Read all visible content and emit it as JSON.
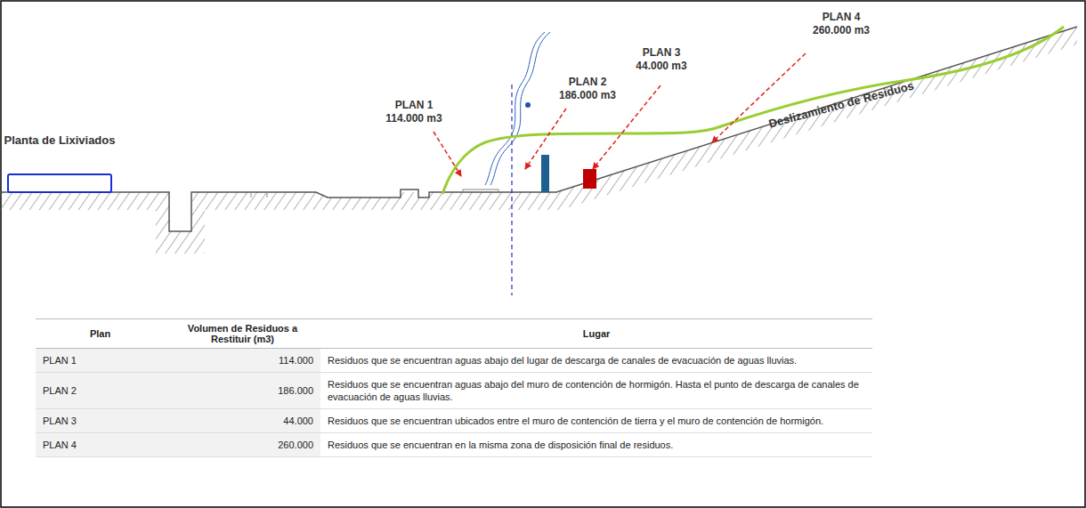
{
  "diagram": {
    "nodes": [
      {
        "text": [
          "Planta de Lixiviados"
        ]
      }
    ],
    "labels": [
      "PLAN 4",
      "260.000 m3",
      "PLAN 3",
      "44.000 m3",
      "PLAN 2",
      "186.000 m3",
      "PLAN 1",
      "114.000 m3",
      "Deslizamiento de Residuos",
      "Plan",
      "Volumen de Residuos a Restituir (m3)",
      "Lugar",
      "PLAN 1",
      "114.000",
      "Residuos que se encuentran aguas abajo del lugar de descarga de canales de evacuación de aguas lluvias.",
      "PLAN 2",
      "186.000",
      "Residuos que se encuentran aguas abajo del muro de contención de hormigón. Hasta el punto de descarga de canales de evacuación de aguas lluvias.",
      "PLAN 3",
      "44.000",
      "Residuos que se encuentran ubicados entre el muro de contención de tierra y el muro de contención de hormigón.",
      "PLAN 4",
      "260.000",
      "Residuos que se encuentran en la misma zona de disposición final de residuos."
    ]
  }
}
